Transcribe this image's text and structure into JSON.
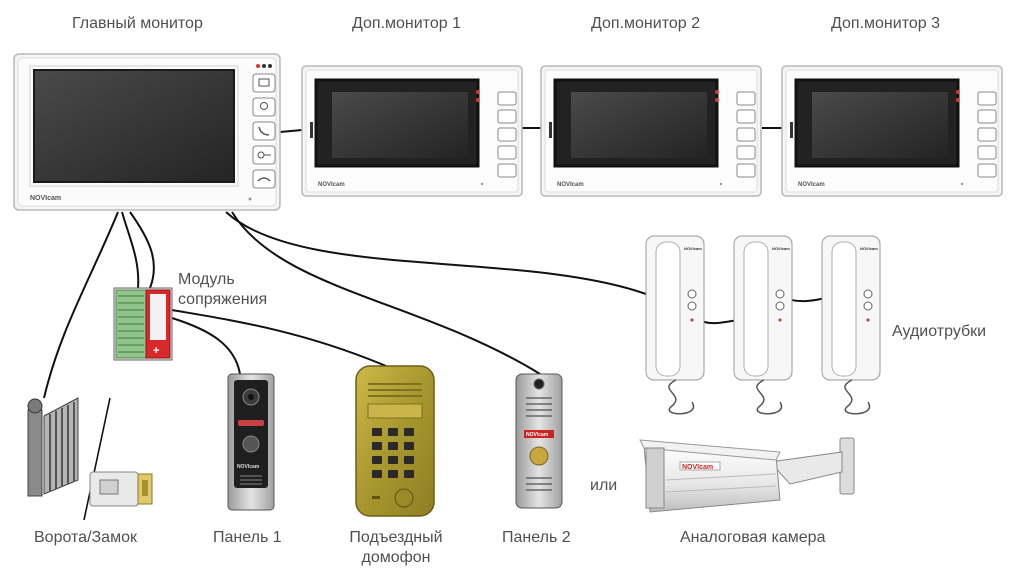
{
  "labels": {
    "main_monitor": "Главный монитор",
    "extra_monitor_1": "Доп.монитор 1",
    "extra_monitor_2": "Доп.монитор 2",
    "extra_monitor_3": "Доп.монитор 3",
    "interface_module_line1": "Модуль",
    "interface_module_line2": "сопряжения",
    "handsets": "Аудиотрубки",
    "gate_lock": "Ворота/Замок",
    "panel_1": "Панель 1",
    "entrance_intercom_line1": "Подъездный",
    "entrance_intercom_line2": "домофон",
    "panel_2": "Панель 2",
    "or": "или",
    "analog_camera": "Аналоговая камера"
  },
  "brand": {
    "monitor_logo": "NOVIcam",
    "camera_logo": "NOVIcam"
  },
  "colors": {
    "wire": "#111111",
    "device_body": "#f7f7f7",
    "screen": "#2f2f2f",
    "module_green": "#8fc58a",
    "module_red": "#d8282a",
    "brass": "#b3a138",
    "panel_silver": "#c8c8c8"
  },
  "icons": [
    "monitor-icon",
    "intercom-icon",
    "phone-icon",
    "key-icon",
    "hangup-icon"
  ]
}
